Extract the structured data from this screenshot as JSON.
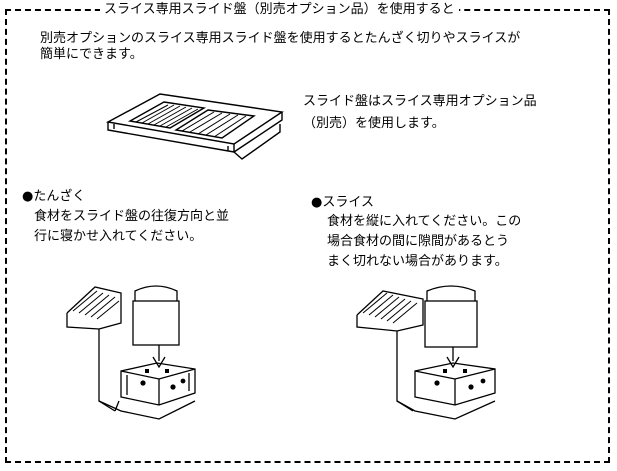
{
  "title": "スライス専用スライド盤（別売オプション品）を使用すると",
  "intro": {
    "line1": "別売オプションのスライス専用スライド盤を使用するとたんざく切りやスライスが",
    "line2": "簡単にできます。"
  },
  "plate_note": {
    "line1": "スライド盤はスライス専用オプション品",
    "line2": "（別売）を使用します。"
  },
  "tanzaku": {
    "heading": "●たんざく",
    "line1": "食材をスライド盤の往復方向と並",
    "line2": "行に寝かせ入れてください。"
  },
  "slice": {
    "heading": "●スライス",
    "line1": "食材を縦に入れてください。この",
    "line2": "場合食材の間に隙間があるとう",
    "line3": "まく切れない場合があります。"
  }
}
